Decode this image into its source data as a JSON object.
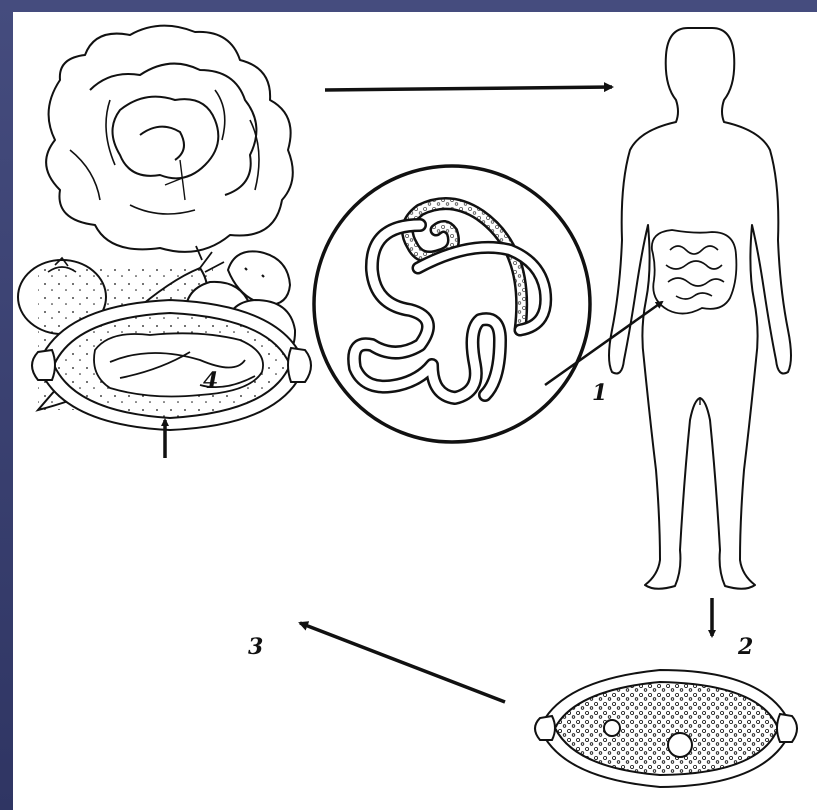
{
  "diagram": {
    "stage_labels": {
      "adult": "1",
      "egg_unembryonated": "2",
      "egg_embryonated": "3",
      "vegetables": "4"
    },
    "colors": {
      "ink": "#111111",
      "paper": "#ffffff",
      "frame": "#3a4070"
    },
    "icons": [
      "cabbage-icon",
      "carrot-icon",
      "tomato-icon",
      "potato-icon",
      "human-body-icon",
      "intestine-icon",
      "worm-magnified-icon",
      "egg-icon",
      "larva-egg-icon"
    ]
  }
}
